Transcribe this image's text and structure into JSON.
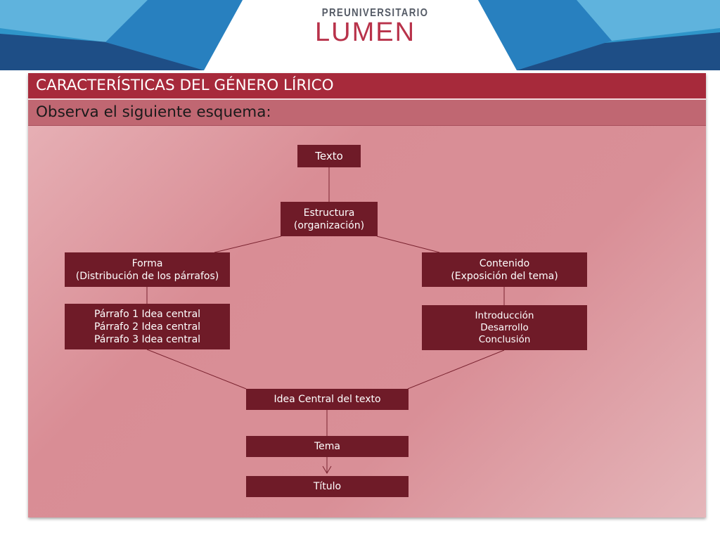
{
  "logo": {
    "small": "PREUNIVERSITARIO",
    "main": "LUMEN"
  },
  "header": {
    "title": "CARACTERÍSTICAS DEL GÉNERO LÍRICO",
    "subtitle": "Observa el siguiente esquema:"
  },
  "diagram": {
    "nodes": {
      "texto": "Texto",
      "estructura": "Estructura\n(organización)",
      "forma": "Forma\n(Distribución de los párrafos)",
      "contenido": "Contenido\n(Exposición del tema)",
      "parrafos": "Párrafo 1 Idea central\nPárrafo 2 Idea central\nPárrafo 3 Idea central",
      "partes": "Introducción\nDesarrollo\nConclusión",
      "idea_central": "Idea Central del texto",
      "tema": "Tema",
      "titulo": "Título"
    }
  },
  "colors": {
    "title_bar": "#a72a3b",
    "subtitle_bar": "#c06772",
    "node": "#6f1b28",
    "logo_main": "#b8324a"
  }
}
